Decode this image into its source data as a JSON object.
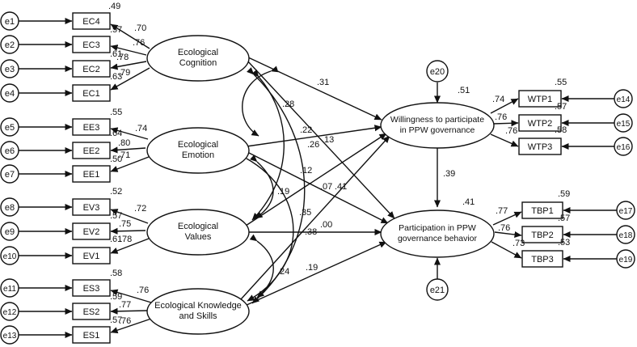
{
  "latent": {
    "cog": "Ecological|Cognition",
    "emo": "Ecological|Emotion",
    "val": "Ecological|Values",
    "kns": "Ecological Knowledge|and Skills",
    "wtp": "Willingness to participate|in PPW governance",
    "pgb": "Participation in PPW|governance behavior"
  },
  "observed": {
    "EC4": "EC4",
    "EC3": "EC3",
    "EC2": "EC2",
    "EC1": "EC1",
    "EE3": "EE3",
    "EE2": "EE2",
    "EE1": "EE1",
    "EV3": "EV3",
    "EV2": "EV2",
    "EV1": "EV1",
    "ES3": "ES3",
    "ES2": "ES2",
    "ES1": "ES1",
    "WTP1": "WTP1",
    "WTP2": "WTP2",
    "WTP3": "WTP3",
    "TBP1": "TBP1",
    "TBP2": "TBP2",
    "TBP3": "TBP3"
  },
  "errors": {
    "e1": "e1",
    "e2": "e2",
    "e3": "e3",
    "e4": "e4",
    "e5": "e5",
    "e6": "e6",
    "e7": "e7",
    "e8": "e8",
    "e9": "e9",
    "e10": "e10",
    "e11": "e11",
    "e12": "e12",
    "e13": "e13",
    "e14": "e14",
    "e15": "e15",
    "e16": "e16",
    "e17": "e17",
    "e18": "e18",
    "e19": "e19",
    "e20": "e20",
    "e21": "e21"
  },
  "coefficients": {
    "ec4_r2": ".49",
    "ec4_l": ".70",
    "ec3_r2": ".57",
    "ec3_l": ".76",
    "ec2_r2": ".61",
    "ec2_l": ".78",
    "ec1_r2": ".63",
    "ec1_l": ".79",
    "ee3_r2": ".55",
    "ee3_l": ".74",
    "ee2_r2": ".64",
    "ee2_l": ".80",
    "ee1_r2": ".50",
    "ee1_l": ".71",
    "ev3_r2": ".52",
    "ev3_l": ".72",
    "ev2_r2": ".57",
    "ev2_l": ".75",
    "ev1_r2": ".61",
    "ev1_l": ".78",
    "es3_r2": ".58",
    "es3_l": ".76",
    "es2_r2": ".59",
    "es2_l": ".77",
    "es1_r2": ".57",
    "es1_l": ".76",
    "wtp_r2": ".51",
    "pgb_r2": ".41",
    "wtp1_l": ".74",
    "wtp1_r2": ".55",
    "wtp2_l": ".76",
    "wtp2_r2": ".57",
    "wtp3_l": ".76",
    "wtp3_r2": ".58",
    "tbp1_l": ".77",
    "tbp1_r2": ".59",
    "tbp2_l": ".76",
    "tbp2_r2": ".57",
    "tbp3_l": ".73",
    "tbp3_r2": ".53",
    "cog_wtp": ".31",
    "cog_pgb": ".13",
    "emo_wtp": ".26",
    "emo_pgb": ".41",
    "val_wtp": ".07",
    "val_pgb": ".00",
    "kns_wtp": ".38",
    "kns_pgb": ".19",
    "wtp_pgb": ".39",
    "cov_cog_emo": ".28",
    "cov_cog_val": ".22",
    "cov_cog_kns": ".12",
    "cov_emo_val": ".19",
    "cov_emo_kns": ".35",
    "cov_val_kns": ".24"
  }
}
